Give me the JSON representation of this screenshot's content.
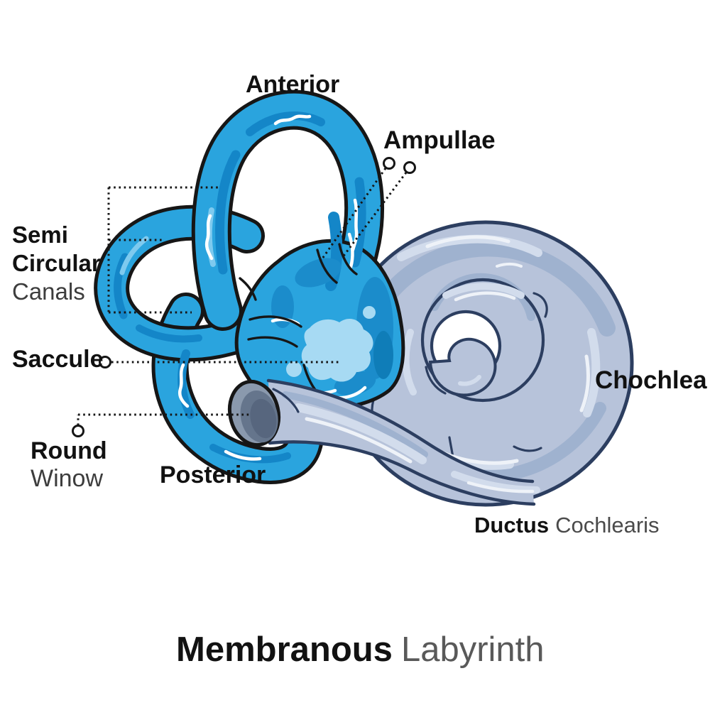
{
  "diagram": {
    "subject": "inner ear membranous labyrinth",
    "labels": {
      "anterior": "Anterior",
      "ampullae": "Ampullae",
      "semi_circular_canals": {
        "line1": "Semi",
        "line2": "Circular",
        "line3": "Canals"
      },
      "saccule": "Saccule",
      "round_window": {
        "line1": "Round",
        "line2": "Winow"
      },
      "posterior": "Posterior",
      "chochlea": "Chochlea",
      "ductus_cochlearis": {
        "bold": "Ductus",
        "regular": "Cochlearis"
      }
    },
    "title": {
      "bold": "Membranous",
      "regular": "Labyrinth"
    },
    "colors": {
      "canal_blue": "#2aa4de",
      "canal_blue_dark": "#1486c8",
      "canal_blue_marble": "#1b8ccb",
      "canal_blue_pale": "#a7daf3",
      "canal_outline": "#161616",
      "cochlea_base": "#b7c3da",
      "cochlea_shadow": "#9fb2cf",
      "cochlea_highlight": "#d2dcec",
      "cochlea_bright": "#eef2f8",
      "cochlea_outline": "#2c3e60",
      "window_grey": "#8a99ad",
      "window_grey_dark": "#65758c",
      "label_black": "#121212",
      "label_grey": "#3d3d3d",
      "background": "#ffffff"
    }
  }
}
